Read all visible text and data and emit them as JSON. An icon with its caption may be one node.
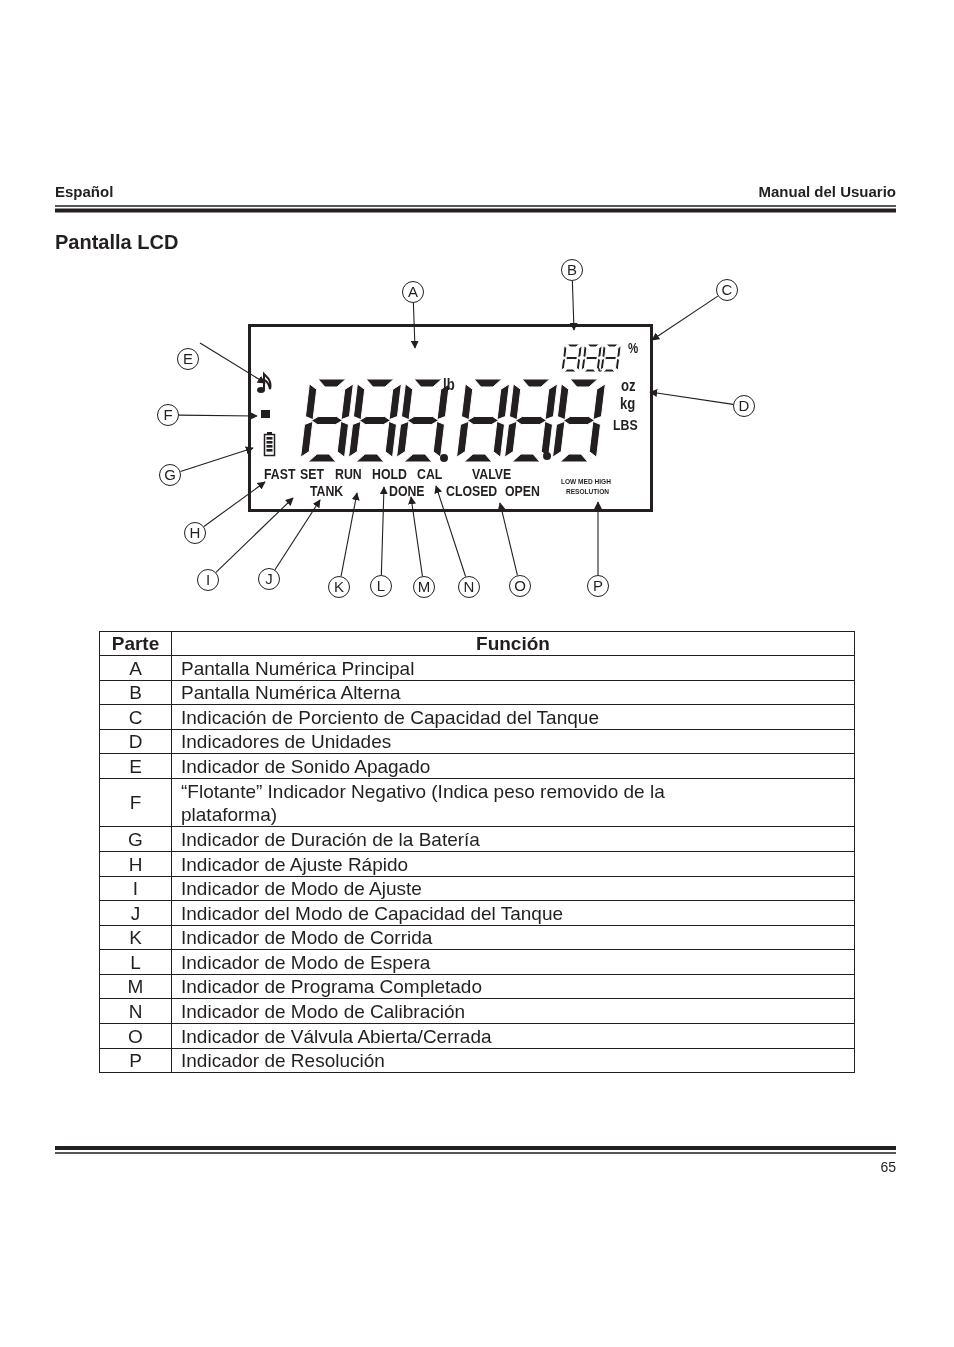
{
  "diagram": {
    "title": "Pantalla LCD",
    "nodes": [
      {
        "text": [
          "A"
        ]
      },
      {
        "text": [
          "B"
        ]
      },
      {
        "text": [
          "C"
        ]
      },
      {
        "text": [
          "D"
        ]
      },
      {
        "text": [
          "E"
        ]
      },
      {
        "text": [
          "F"
        ]
      },
      {
        "text": [
          "G"
        ]
      },
      {
        "text": [
          "H"
        ]
      },
      {
        "text": [
          "I"
        ]
      },
      {
        "text": [
          "J"
        ]
      },
      {
        "text": [
          "K"
        ]
      },
      {
        "text": [
          "L"
        ]
      },
      {
        "text": [
          "M"
        ]
      },
      {
        "text": [
          "N"
        ]
      },
      {
        "text": [
          "O"
        ]
      },
      {
        "text": [
          "P"
        ]
      },
      {
        "text": [
          "%",
          "lb",
          "oz",
          "kg",
          "LBS",
          "FAST",
          "SET",
          "RUN",
          "HOLD",
          "CAL",
          "VALVE",
          "TANK",
          "DONE",
          "CLOSED",
          "OPEN",
          "LOW MED HIGH",
          "RESOLUTION"
        ]
      }
    ],
    "edges": [
      {
        "from": 0,
        "to": 16,
        "arrow": "to"
      },
      {
        "from": 1,
        "to": 16,
        "arrow": "to"
      },
      {
        "from": 2,
        "to": 16,
        "arrow": "to"
      },
      {
        "from": 3,
        "to": 16,
        "arrow": "to"
      },
      {
        "from": 4,
        "to": 16,
        "arrow": "to"
      },
      {
        "from": 5,
        "to": 16,
        "arrow": "to"
      },
      {
        "from": 6,
        "to": 16,
        "arrow": "to"
      },
      {
        "from": 7,
        "to": 16,
        "arrow": "to"
      },
      {
        "from": 8,
        "to": 16,
        "arrow": "to"
      },
      {
        "from": 9,
        "to": 16,
        "arrow": "to"
      },
      {
        "from": 10,
        "to": 16,
        "arrow": "to"
      },
      {
        "from": 11,
        "to": 16,
        "arrow": "to"
      },
      {
        "from": 12,
        "to": 16,
        "arrow": "to"
      },
      {
        "from": 13,
        "to": 16,
        "arrow": "to"
      },
      {
        "from": 14,
        "to": 16,
        "arrow": "to"
      },
      {
        "from": 15,
        "to": 16,
        "arrow": "to"
      }
    ],
    "labels": [
      "Español",
      "Manual del Usuario",
      "Parte",
      "Función",
      "A",
      "Pantalla Numérica Principal",
      "B",
      "Pantalla Numérica Alterna",
      "C",
      "Indicación de Porciento de Capacidad del Tanque",
      "D",
      "Indicadores de Unidades",
      "E",
      "Indicador de Sonido Apagado",
      "F",
      "“Flotante” Indicador Negativo (Indica peso removido de la plataforma)",
      "G",
      "Indicador de Duración de la Batería",
      "H",
      "Indicador de Ajuste Rápido",
      "I",
      "Indicador de Modo de Ajuste",
      "J",
      "Indicador del Modo de Capacidad del Tanque",
      "K",
      "Indicador de Modo de Corrida",
      "L",
      "Indicador de Modo de Espera",
      "M",
      "Indicador de Programa Completado",
      "N",
      "Indicador de Modo de Calibración",
      "O",
      "Indicador de Válvula Abierta/Cerrada",
      "P",
      "Indicador de Resolución",
      "65"
    ]
  }
}
